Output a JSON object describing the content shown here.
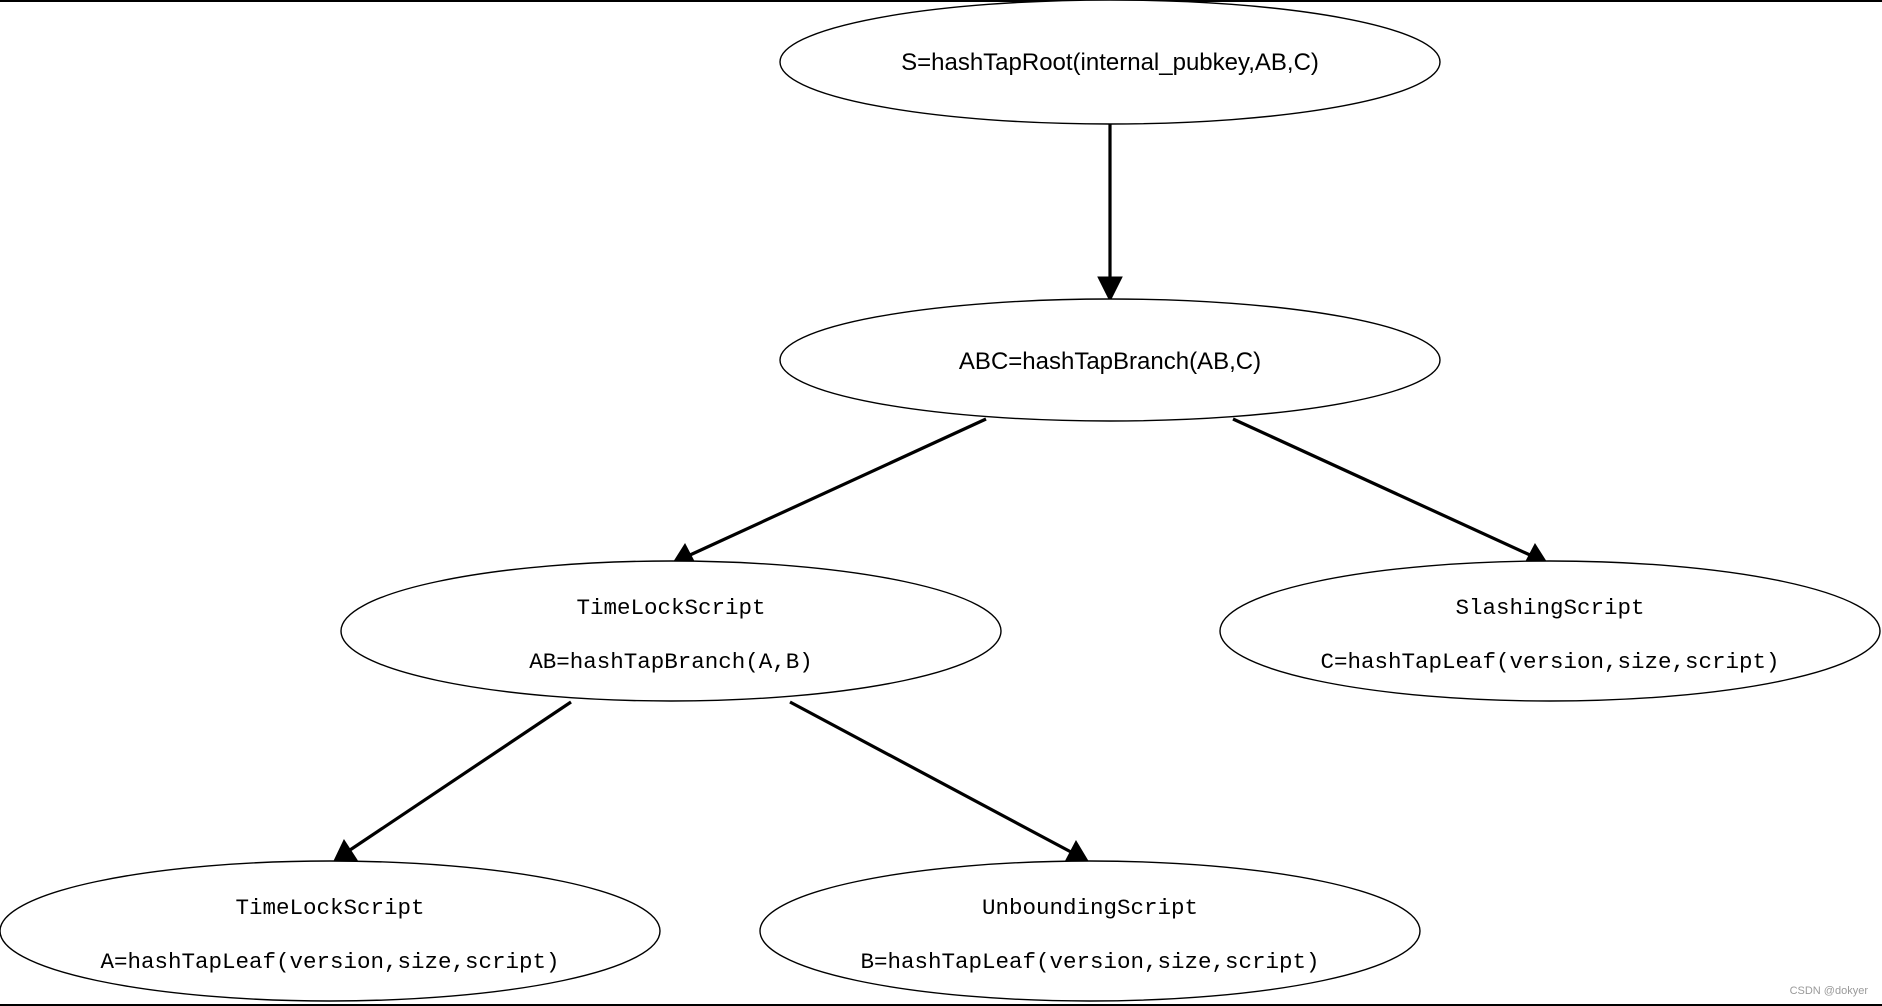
{
  "nodes": {
    "root": {
      "line1": "S=hashTapRoot(internal_pubkey,AB,C)"
    },
    "branch_abc": {
      "line1": "ABC=hashTapBranch(AB,C)"
    },
    "branch_ab": {
      "line1": "TimeLockScript",
      "line2": "AB=hashTapBranch(A,B)"
    },
    "leaf_c": {
      "line1": "SlashingScript",
      "line2": "C=hashTapLeaf(version,size,script)"
    },
    "leaf_a": {
      "line1": "TimeLockScript",
      "line2": "A=hashTapLeaf(version,size,script)"
    },
    "leaf_b": {
      "line1": "UnboundingScript",
      "line2": "B=hashTapLeaf(version,size,script)"
    }
  },
  "edges": [
    {
      "from": "root",
      "to": "branch_abc"
    },
    {
      "from": "branch_abc",
      "to": "branch_ab"
    },
    {
      "from": "branch_abc",
      "to": "leaf_c"
    },
    {
      "from": "branch_ab",
      "to": "leaf_a"
    },
    {
      "from": "branch_ab",
      "to": "leaf_b"
    }
  ],
  "watermark": "CSDN @dokyer"
}
